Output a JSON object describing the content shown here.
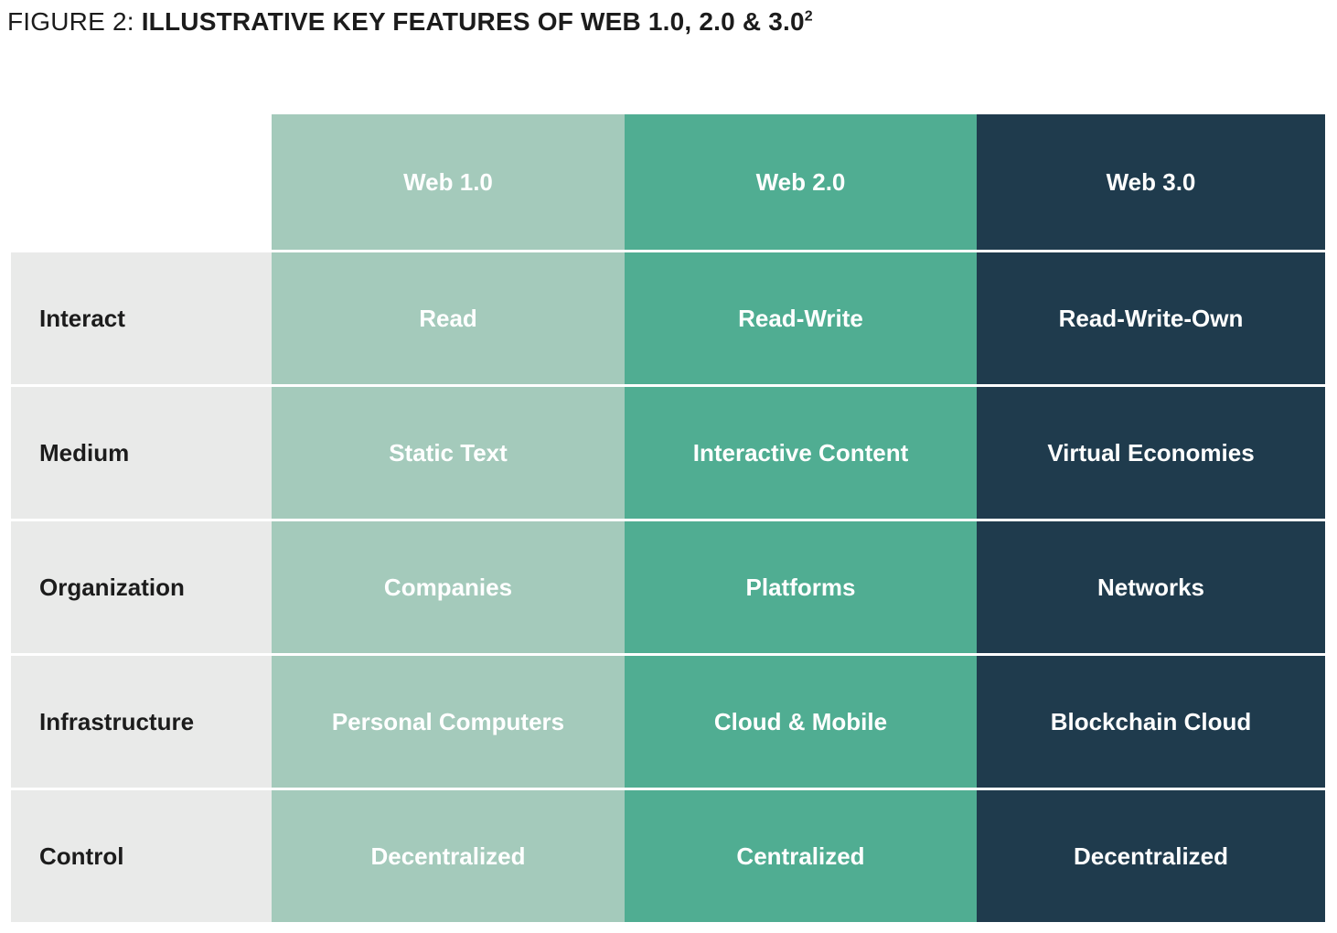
{
  "title": {
    "prefix": "FIGURE 2: ",
    "main": "ILLUSTRATIVE KEY FEATURES OF WEB 1.0, 2.0 & 3.0",
    "footnote": "2"
  },
  "colors": {
    "web1": "#a4cabb",
    "web2": "#50ad92",
    "web3": "#1f3b4d",
    "label_bg": "#e9eae9",
    "divider": "#ffffff",
    "heading_text": "#1c1c1c",
    "cell_text": "#ffffff"
  },
  "table": {
    "columns": [
      {
        "label": "Web 1.0"
      },
      {
        "label": "Web 2.0"
      },
      {
        "label": "Web 3.0"
      }
    ],
    "rows": [
      {
        "label": "Interact",
        "values": [
          "Read",
          "Read-Write",
          "Read-Write-Own"
        ]
      },
      {
        "label": "Medium",
        "values": [
          "Static Text",
          "Interactive Content",
          "Virtual Economies"
        ]
      },
      {
        "label": "Organization",
        "values": [
          "Companies",
          "Platforms",
          "Networks"
        ]
      },
      {
        "label": "Infrastructure",
        "values": [
          "Personal Computers",
          "Cloud & Mobile",
          "Blockchain Cloud"
        ]
      },
      {
        "label": "Control",
        "values": [
          "Decentralized",
          "Centralized",
          "Decentralized"
        ]
      }
    ]
  },
  "chart_data": {
    "type": "table",
    "title": "FIGURE 2: ILLUSTRATIVE KEY FEATURES OF WEB 1.0, 2.0 & 3.0²",
    "columns": [
      "",
      "Web 1.0",
      "Web 2.0",
      "Web 3.0"
    ],
    "rows": [
      [
        "Interact",
        "Read",
        "Read-Write",
        "Read-Write-Own"
      ],
      [
        "Medium",
        "Static Text",
        "Interactive Content",
        "Virtual Economies"
      ],
      [
        "Organization",
        "Companies",
        "Platforms",
        "Networks"
      ],
      [
        "Infrastructure",
        "Personal Computers",
        "Cloud & Mobile",
        "Blockchain Cloud"
      ],
      [
        "Control",
        "Decentralized",
        "Centralized",
        "Decentralized"
      ]
    ],
    "layout_hints": {
      "header_fill_colors": [
        "none",
        "#a4cabb",
        "#50ad92",
        "#1f3b4d"
      ],
      "row_label_fill_color": "#e9eae9",
      "row_divider_color": "#ffffff",
      "grid": "horizontal dividers only"
    }
  }
}
